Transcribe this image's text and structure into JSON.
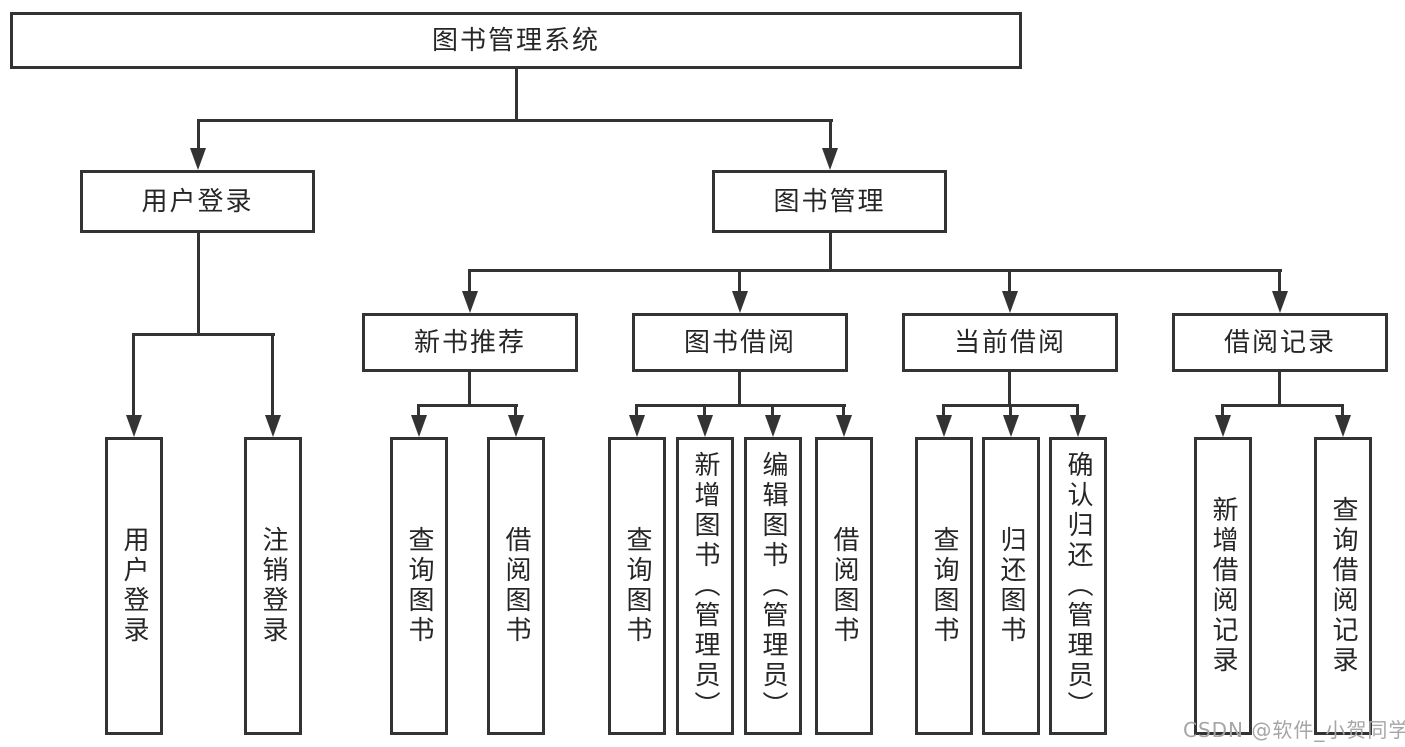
{
  "diagram": {
    "type": "hierarchy-tree",
    "tree": {
      "root": {
        "label": "图书管理系统"
      },
      "branches": [
        {
          "label": "用户登录",
          "children": [
            {
              "label": "用户登录"
            },
            {
              "label": "注销登录"
            }
          ]
        },
        {
          "label": "图书管理",
          "children": [
            {
              "label": "新书推荐",
              "children": [
                {
                  "label": "查询图书"
                },
                {
                  "label": "借阅图书"
                }
              ]
            },
            {
              "label": "图书借阅",
              "children": [
                {
                  "label": "查询图书"
                },
                {
                  "label": "新增图书（管理员）"
                },
                {
                  "label": "编辑图书（管理员）"
                },
                {
                  "label": "借阅图书"
                }
              ]
            },
            {
              "label": "当前借阅",
              "children": [
                {
                  "label": "查询图书"
                },
                {
                  "label": "归还图书"
                },
                {
                  "label": "确认归还（管理员）"
                }
              ]
            },
            {
              "label": "借阅记录",
              "children": [
                {
                  "label": "新增借阅记录"
                },
                {
                  "label": "查询借阅记录"
                }
              ]
            }
          ]
        }
      ]
    },
    "colors": {
      "line": "#333333",
      "text": "#262626",
      "watermark": "#a6a6a6",
      "background": "#ffffff"
    }
  },
  "watermark": {
    "text": "CSDN @软件_小贺同学"
  }
}
